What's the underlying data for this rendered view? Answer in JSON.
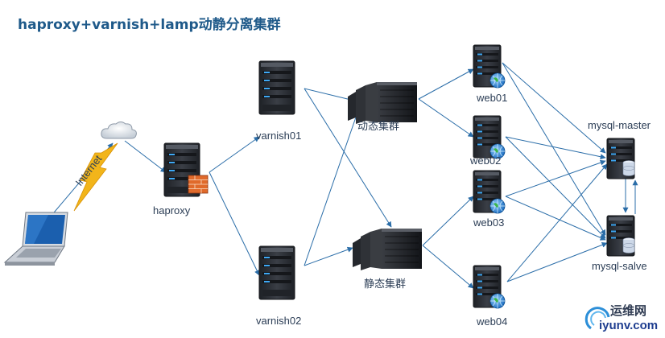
{
  "title": "haproxy+varnish+lamp动静分离集群",
  "labels": {
    "internet": "Internet",
    "haproxy": "haproxy",
    "varnish01": "varnish01",
    "varnish02": "varnish02",
    "dynamic_cluster": "动态集群",
    "static_cluster": "静态集群",
    "web01": "web01",
    "web02": "web02",
    "web03": "web03",
    "web04": "web04",
    "mysql_master": "mysql-master",
    "mysql_slave": "mysql-salve"
  },
  "watermark": {
    "line1": "运维网",
    "line2": "iyunv.com"
  },
  "colors": {
    "arrow": "#2a6da8",
    "title": "#1f5a8a",
    "server_dark": "#2a2d33",
    "server_light": "#4a4e57",
    "led": "#3fa9f5",
    "lightning": "#f2b51a"
  }
}
